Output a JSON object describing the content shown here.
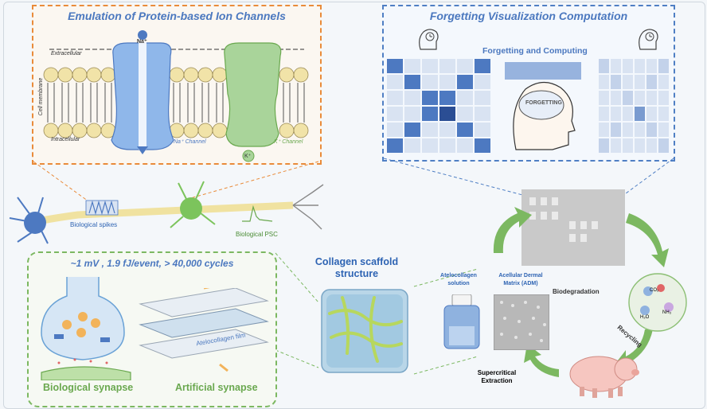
{
  "top_left": {
    "title": "Emulation of Protein-based Ion Channels",
    "extracellular": "Extracellular",
    "intracellular": "Intracellular",
    "cell_membrane": "Cell membrane",
    "na_ion": "Na⁺",
    "k_ion": "K⁺",
    "na_channel": "Na⁺ Channel",
    "k_channel": "K⁺ Channel"
  },
  "top_right": {
    "title": "Forgetting Visualization Computation",
    "subtitle": "Forgetting and Computing",
    "brain_text": "FORGETTING"
  },
  "middle": {
    "biological_spikes": "Biological spikes",
    "biological_psc": "Biological PSC"
  },
  "bottom_left": {
    "metrics": "~1 mV , 1.9 fJ/event, > 40,000 cycles",
    "biological_synapse": "Biological synapse",
    "artificial_synapse": "Artificial synapse",
    "film_label": "Atelocollagen film"
  },
  "scaffold": {
    "title_line1": "Collagen scaffold",
    "title_line2": "structure"
  },
  "right_flow": {
    "atelocollagen_solution_line1": "Atelocollagen",
    "atelocollagen_solution_line2": "solution",
    "adm_line1": "Acellular Dermal",
    "adm_line2": "Matrix (ADM)",
    "biodegradation": "Biodegradation",
    "recycling": "Recycling",
    "supercritical_line1": "Supercritical",
    "supercritical_line2": "Extraction",
    "co2": "CO₂",
    "h2o": "H₂O",
    "nh3": "NH₃"
  },
  "colors": {
    "accent_blue": "#4b78bf",
    "accent_orange": "#e98b3a",
    "accent_green": "#6aa84f"
  }
}
